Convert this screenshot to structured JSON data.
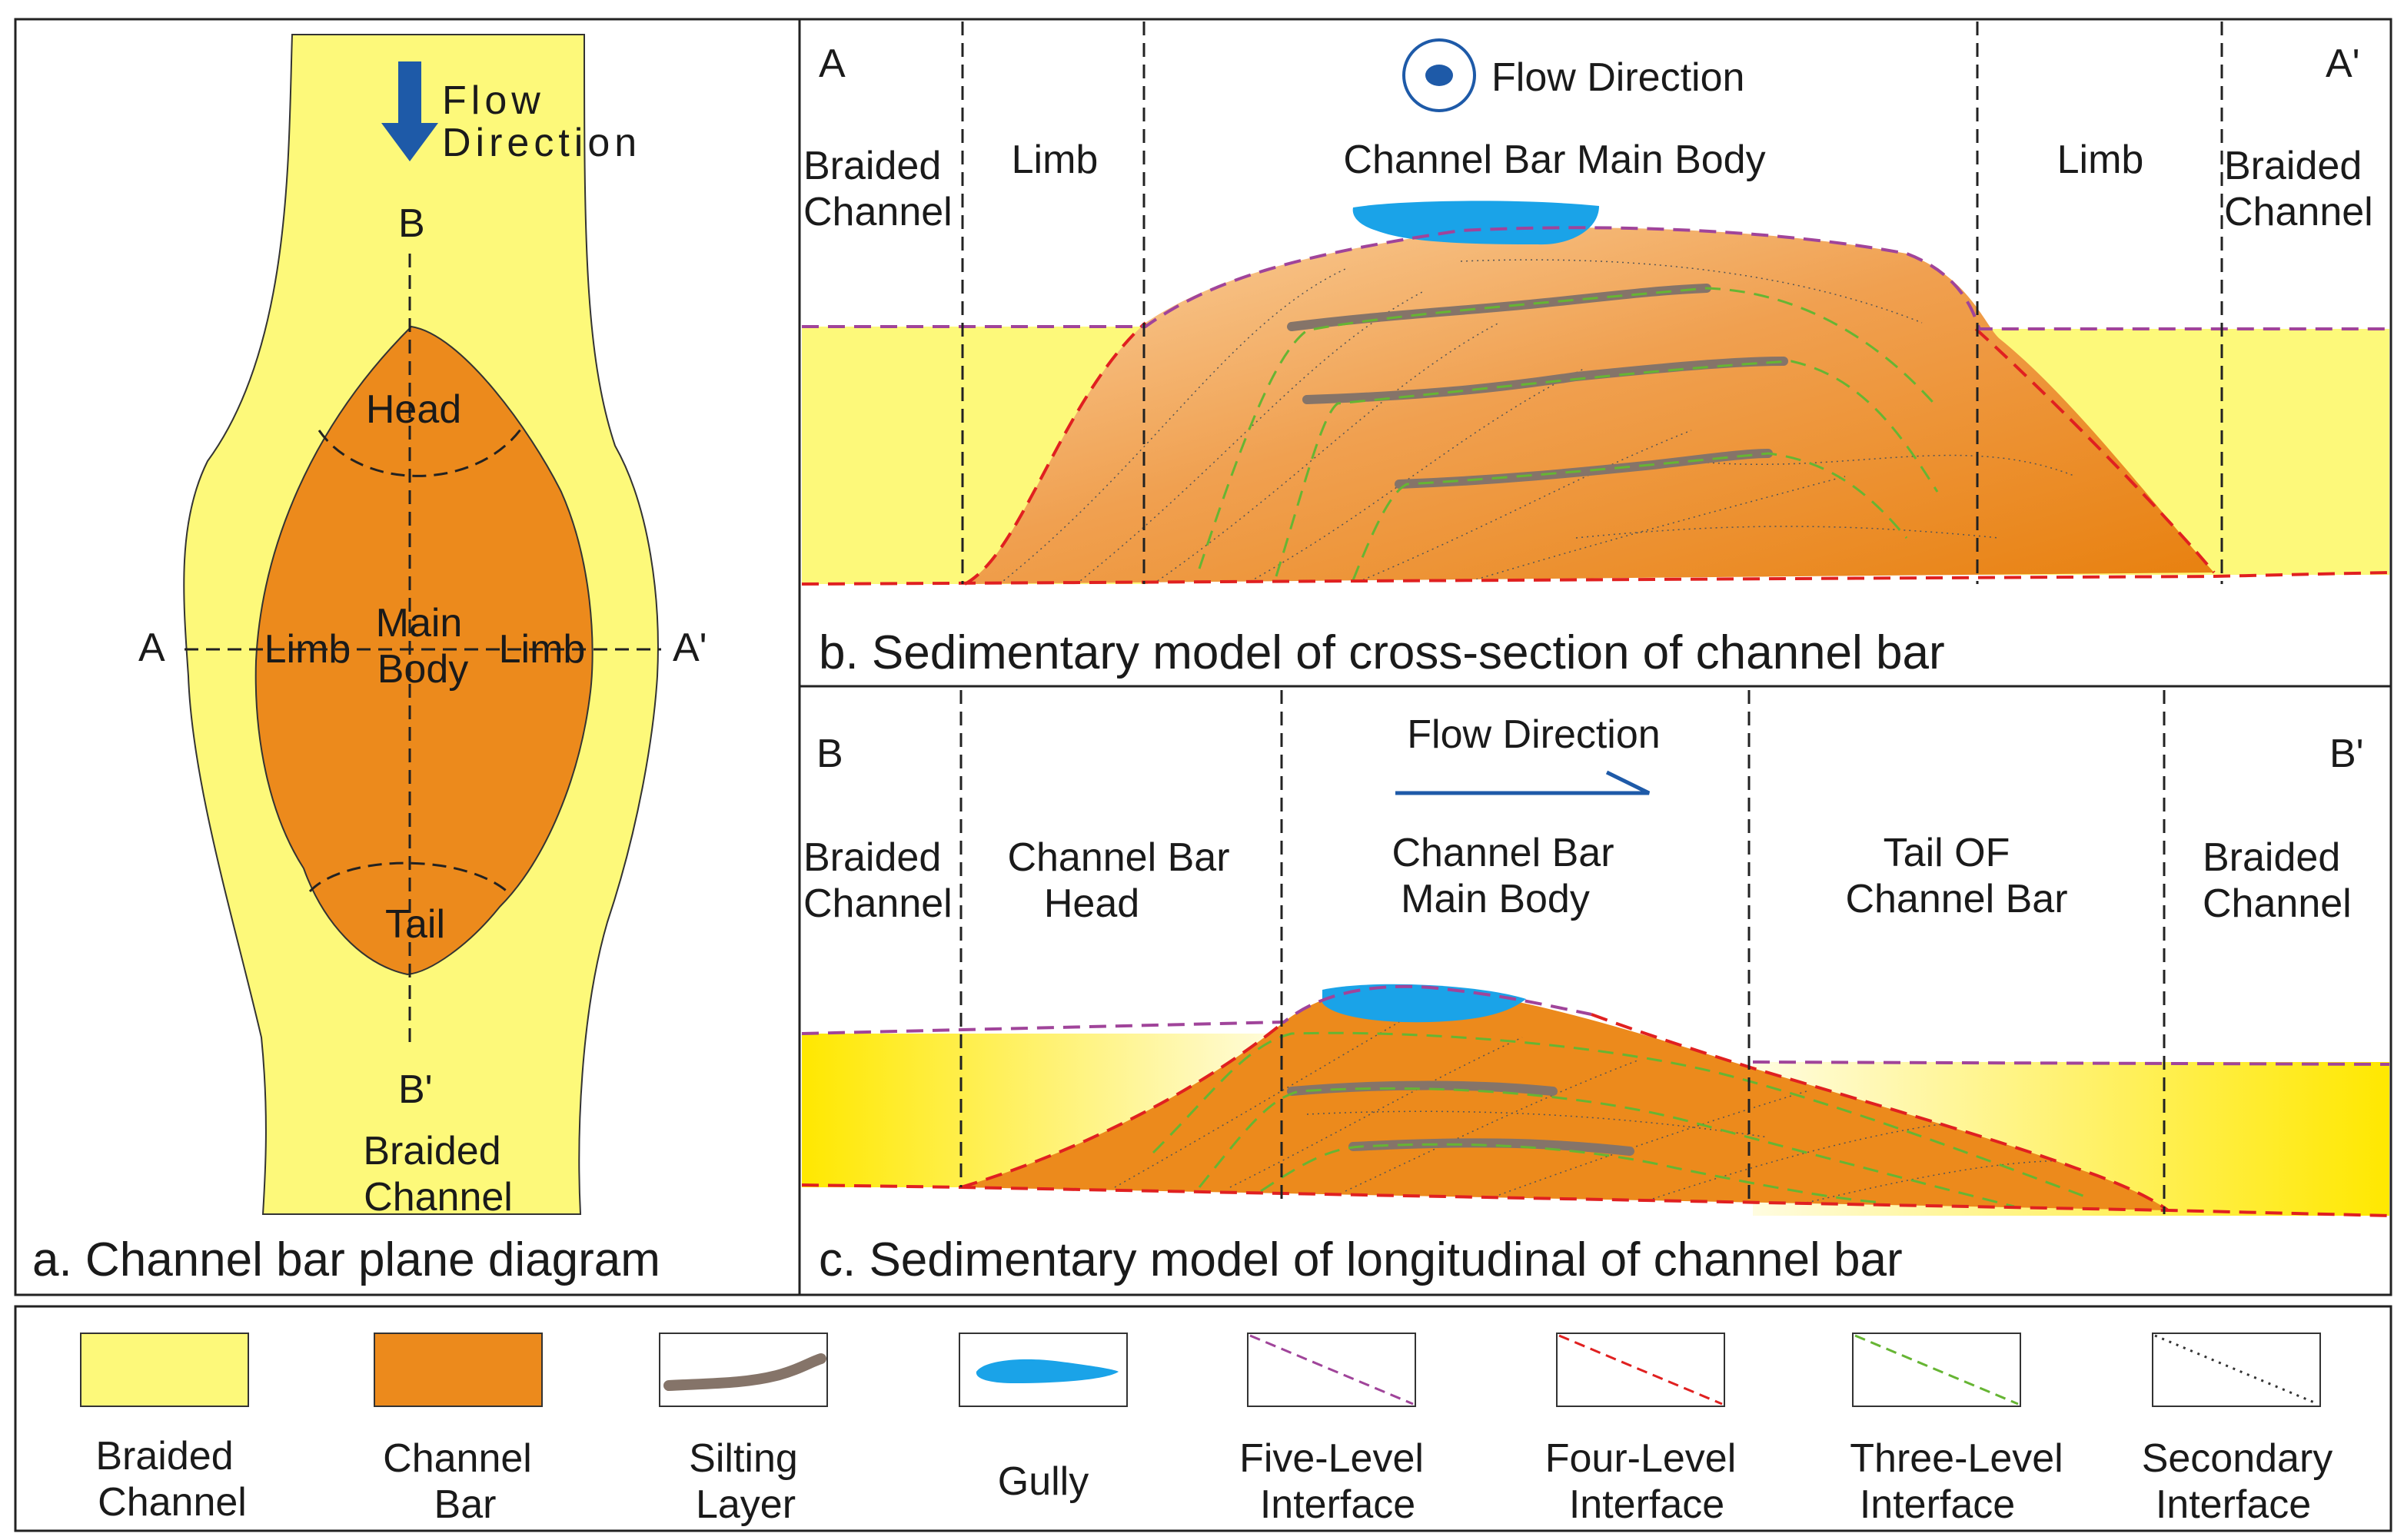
{
  "colors": {
    "braided_channel": "#FDF97A",
    "channel_bar": "#EC8A1C",
    "silting_layer": "#857469",
    "gully": "#1AA3E8",
    "five_level_interface": "#A0449A",
    "four_level_interface": "#E02020",
    "three_level_interface": "#66B533",
    "secondary_interface": "#333333",
    "flow_arrow": "#1E5AA8"
  },
  "panel_a": {
    "flow_label_line1": "Flow",
    "flow_label_line2": "Direction",
    "B": "B",
    "B_prime": "B'",
    "A": "A",
    "A_prime": "A'",
    "head": "Head",
    "main_line1": "Main",
    "main_line2": "Body",
    "limb_left": "Limb",
    "limb_right": "Limb",
    "tail": "Tail",
    "braided_line1": "Braided",
    "braided_line2": "Channel",
    "caption": "a. Channel bar plane diagram"
  },
  "panel_b": {
    "A": "A",
    "A_prime": "A'",
    "flow_direction": "Flow Direction",
    "braided_left_line1": "Braided",
    "braided_left_line2": "Channel",
    "limb_left": "Limb",
    "main_body": "Channel Bar Main Body",
    "limb_right": "Limb",
    "braided_right_line1": "Braided",
    "braided_right_line2": "Channel",
    "caption": "b.  Sedimentary model of cross-section of channel bar"
  },
  "panel_c": {
    "B": "B",
    "B_prime": "B'",
    "flow_direction": "Flow Direction",
    "braided_left_line1": "Braided",
    "braided_left_line2": "Channel",
    "head_line1": "Channel Bar",
    "head_line2": "Head",
    "main_line1": "Channel Bar",
    "main_line2": "Main Body",
    "tail_line1": "Tail OF",
    "tail_line2": "Channel Bar",
    "braided_right_line1": "Braided",
    "braided_right_line2": "Channel",
    "caption": "c.  Sedimentary model of longitudinal of channel bar"
  },
  "legend": [
    {
      "line1": "Braided",
      "line2": "Channel"
    },
    {
      "line1": "Channel",
      "line2": "Bar"
    },
    {
      "line1": "Silting",
      "line2": "Layer"
    },
    {
      "line1": "Gully",
      "line2": ""
    },
    {
      "line1": "Five-Level",
      "line2": "Interface"
    },
    {
      "line1": "Four-Level",
      "line2": "Interface"
    },
    {
      "line1": "Three-Level",
      "line2": "Interface"
    },
    {
      "line1": "Secondary",
      "line2": "Interface"
    }
  ]
}
